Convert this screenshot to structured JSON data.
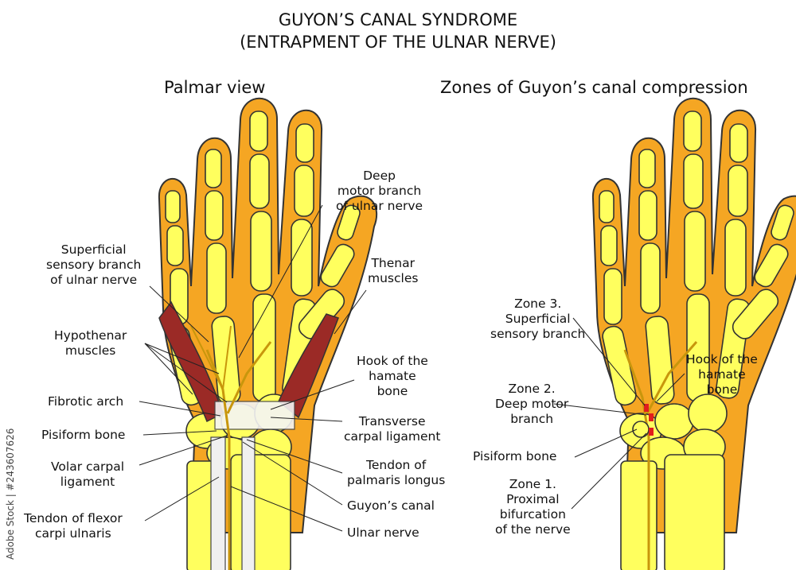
{
  "title": {
    "line1": "GUYON’S CANAL SYNDROME",
    "line2": "(ENTRAPMENT OF THE ULNAR NERVE)"
  },
  "left_panel": {
    "heading": "Palmar view",
    "labels": {
      "deep_motor": [
        "Deep",
        "motor branch",
        "of ulnar nerve"
      ],
      "superficial_sensory": [
        "Superficial",
        "sensory branch",
        "of ulnar nerve"
      ],
      "thenar": [
        "Thenar",
        "muscles"
      ],
      "hypothenar": [
        "Hypothenar",
        "muscles"
      ],
      "hook_hamate": [
        "Hook of the",
        "hamate",
        "bone"
      ],
      "fibrotic_arch": "Fibrotic arch",
      "transverse_carpal": [
        "Transverse",
        "carpal ligament"
      ],
      "pisiform": "Pisiform bone",
      "volar_carpal": [
        "Volar carpal",
        "ligament"
      ],
      "palmaris_longus": [
        "Tendon of",
        "palmaris longus"
      ],
      "guyons_canal": "Guyon’s canal",
      "flexor_carpi_ulnaris": [
        "Tendon of flexor",
        "carpi ulnaris"
      ],
      "ulnar_nerve": "Ulnar nerve"
    }
  },
  "right_panel": {
    "heading": "Zones of Guyon’s canal compression",
    "labels": {
      "zone3": [
        "Zone 3.",
        "Superficial",
        "sensory branch"
      ],
      "hook_hamate": [
        "Hook of the",
        "hamate",
        "bone"
      ],
      "zone2": [
        "Zone 2.",
        "Deep motor",
        "branch"
      ],
      "pisiform": "Pisiform bone",
      "zone1": [
        "Zone 1.",
        "Proximal",
        "bifurcation",
        "of the nerve"
      ]
    }
  },
  "watermark": "Adobe Stock | #243607626",
  "colors": {
    "skin": "#f5a623",
    "bone": "#ffff5e",
    "muscle": "#9b2a26",
    "nerve": "#c8960c",
    "zone_marker": "#e11d1d"
  }
}
